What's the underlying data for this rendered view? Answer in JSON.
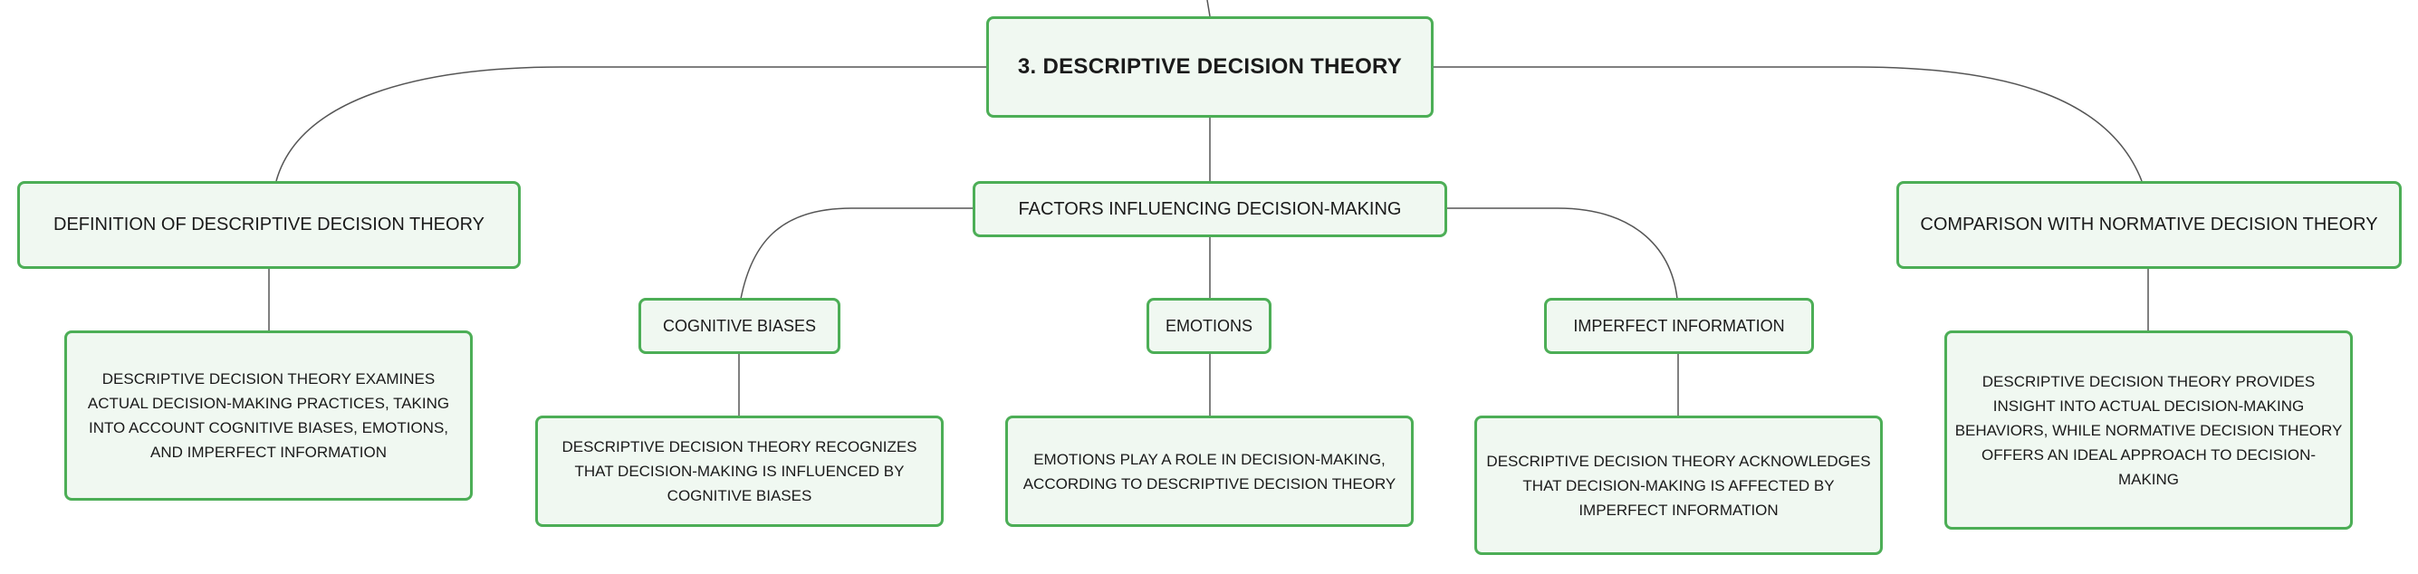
{
  "root": "3. DESCRIPTIVE DECISION THEORY",
  "branches": {
    "definition": {
      "label": "DEFINITION OF DESCRIPTIVE DECISION THEORY",
      "detail": "DESCRIPTIVE DECISION THEORY EXAMINES ACTUAL DECISION-MAKING PRACTICES, TAKING INTO ACCOUNT COGNITIVE BIASES, EMOTIONS, AND IMPERFECT INFORMATION"
    },
    "factors": {
      "label": "FACTORS INFLUENCING DECISION-MAKING",
      "items": [
        {
          "label": "COGNITIVE BIASES",
          "detail": "DESCRIPTIVE DECISION THEORY RECOGNIZES THAT DECISION-MAKING IS INFLUENCED BY COGNITIVE BIASES"
        },
        {
          "label": "EMOTIONS",
          "detail": "EMOTIONS PLAY A ROLE IN DECISION-MAKING, ACCORDING TO DESCRIPTIVE DECISION THEORY"
        },
        {
          "label": "IMPERFECT INFORMATION",
          "detail": "DESCRIPTIVE DECISION THEORY ACKNOWLEDGES THAT DECISION-MAKING IS AFFECTED BY IMPERFECT INFORMATION"
        }
      ]
    },
    "comparison": {
      "label": "COMPARISON WITH NORMATIVE DECISION THEORY",
      "detail": "DESCRIPTIVE DECISION THEORY PROVIDES INSIGHT INTO ACTUAL DECISION-MAKING BEHAVIORS, WHILE NORMATIVE DECISION THEORY OFFERS AN IDEAL APPROACH TO DECISION-MAKING"
    }
  },
  "colors": {
    "node_border": "#4cae56",
    "node_fill": "#f0f8f1",
    "connector": "#555555"
  }
}
